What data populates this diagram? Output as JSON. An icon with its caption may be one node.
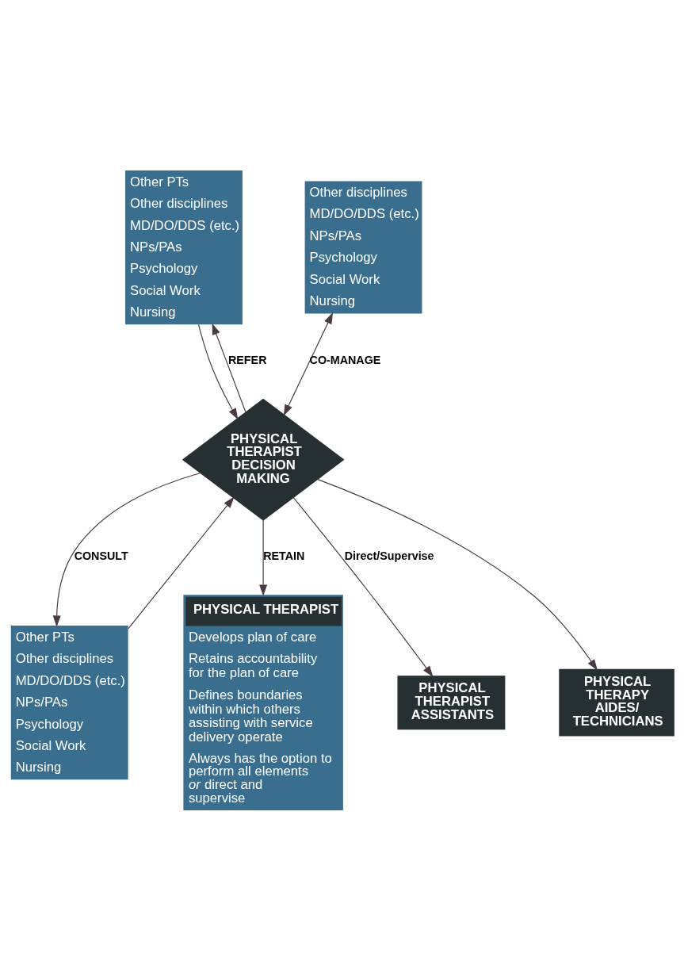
{
  "diagram": {
    "nodes": [
      {
        "text": [
          "Other PTs",
          "Other disciplines",
          "MD/DO/DDS (etc.)",
          "NPs/PAs",
          "Psychology",
          "Social Work",
          "Nursing"
        ]
      },
      {
        "text": [
          "Other disciplines",
          "MD/DO/DDS (etc.)",
          "NPs/PAs",
          "Psychology",
          "Social Work",
          "Nursing"
        ]
      },
      {
        "text": [
          "PHYSICAL THERAPIST DECISION MAKING"
        ]
      },
      {
        "text": [
          "Other PTs",
          "Other disciplines",
          "MD/DO/DDS (etc.)",
          "NPs/PAs",
          "Psychology",
          "Social Work",
          "Nursing"
        ]
      },
      {
        "text": [
          "PHYSICAL THERAPIST",
          "Develops plan of care",
          "Retains accountability for the plan of care",
          "Defines boundaries within which others assisting with service delivery operate",
          "Always has the option to perform all elements *or* direct and supervise"
        ]
      },
      {
        "text": [
          "PHYSICAL THERAPIST ASSISTANTS"
        ]
      },
      {
        "text": [
          "PHYSICAL THERAPY AIDES/ TECHNICIANS"
        ]
      }
    ],
    "edges": [
      {
        "from": 2,
        "to": 0,
        "arrow": "to",
        "label": "REFER"
      },
      {
        "from": 0,
        "to": 2,
        "arrow": "to"
      },
      {
        "from": 2,
        "to": 1,
        "arrow": "both",
        "label": "CO-MANAGE"
      },
      {
        "from": 2,
        "to": 3,
        "arrow": "to",
        "label": "CONSULT"
      },
      {
        "from": 3,
        "to": 2,
        "arrow": "to"
      },
      {
        "from": 2,
        "to": 4,
        "arrow": "to",
        "label": "RETAIN"
      },
      {
        "from": 2,
        "to": 5,
        "arrow": "to",
        "label": "Direct/Supervise"
      },
      {
        "from": 2,
        "to": 6,
        "arrow": "to"
      }
    ]
  }
}
